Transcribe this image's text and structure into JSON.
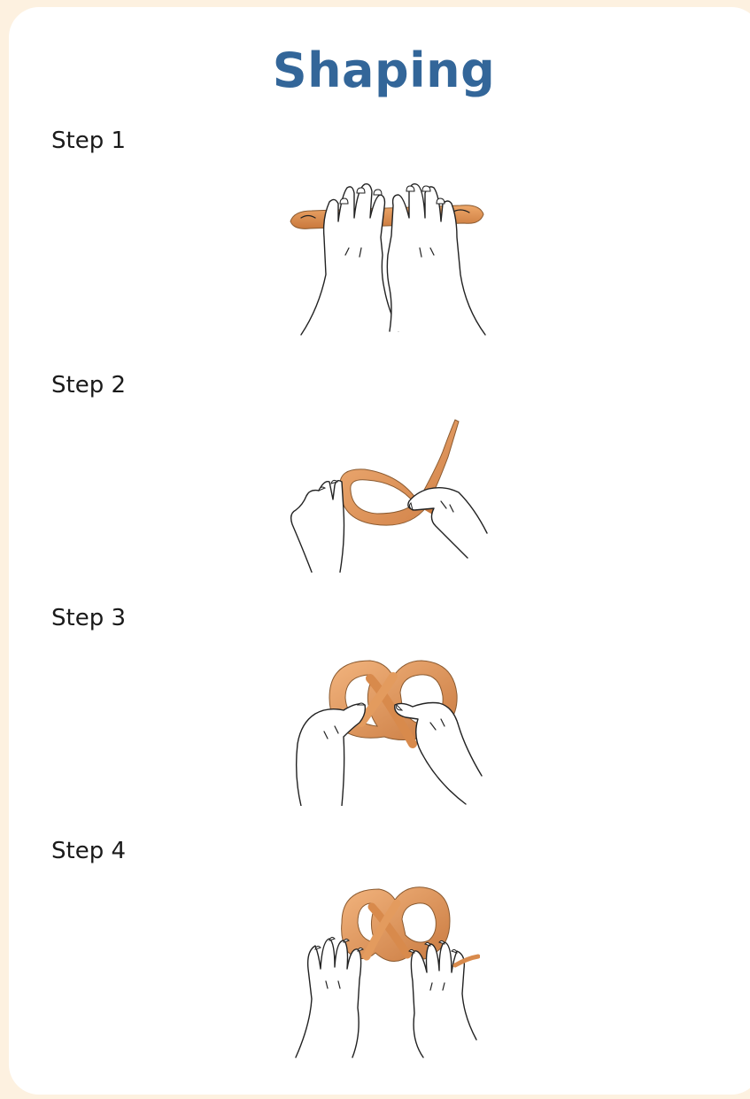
{
  "title": "Shaping",
  "steps": [
    {
      "label": "Step 1"
    },
    {
      "label": "Step 2"
    },
    {
      "label": "Step 3"
    },
    {
      "label": "Step 4"
    }
  ],
  "colors": {
    "title": "#336699",
    "border": "#fdf1e0",
    "dough": "#d9894a",
    "dough_light": "#efb37c"
  },
  "icons": [
    "hands-rolling-dough-rope",
    "hands-twisting-rope",
    "hands-crossing-pretzel",
    "hands-pressing-pretzel"
  ]
}
